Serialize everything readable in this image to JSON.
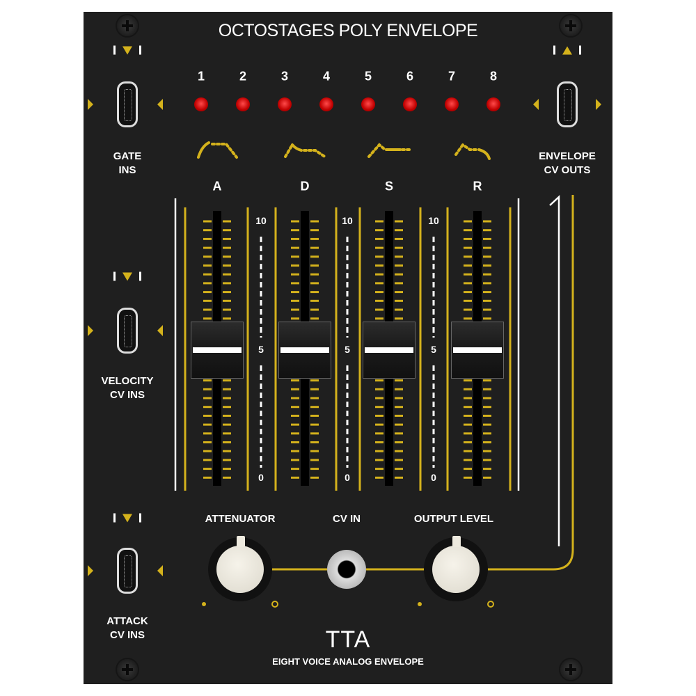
{
  "title": "OCTOSTAGES POLY ENVELOPE",
  "colors": {
    "panel": "#1f1f1f",
    "accent": "#d4b21c",
    "led": "#e01010"
  },
  "channels": [
    "1",
    "2",
    "3",
    "4",
    "5",
    "6",
    "7",
    "8"
  ],
  "inputs": [
    {
      "line1": "GATE",
      "line2": "INS"
    },
    {
      "line1": "VELOCITY",
      "line2": "CV INS"
    },
    {
      "line1": "ATTACK",
      "line2": "CV INS"
    }
  ],
  "output": {
    "line1": "ENVELOPE",
    "line2": "CV OUTS"
  },
  "sliders": [
    {
      "label": "A",
      "value": 0.5
    },
    {
      "label": "D",
      "value": 0.5
    },
    {
      "label": "S",
      "value": 0.5
    },
    {
      "label": "R",
      "value": 0.5
    }
  ],
  "scale": {
    "max": "10",
    "mid": "5",
    "min": "0"
  },
  "controls": {
    "attenuator": "ATTENUATOR",
    "cv_in": "CV IN",
    "output_level": "OUTPUT LEVEL"
  },
  "footer": {
    "logo": "TTA",
    "subtitle": "EIGHT VOICE ANALOG ENVELOPE"
  }
}
